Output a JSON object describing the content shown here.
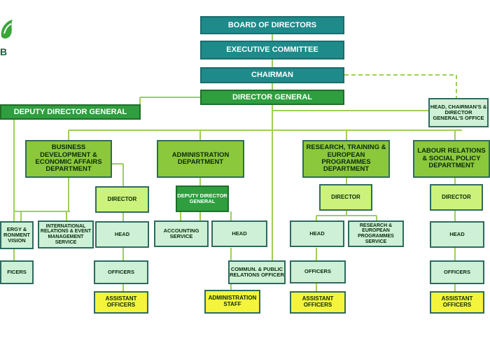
{
  "logo": {
    "text": "B"
  },
  "nodes": {
    "board": "BOARD OF DIRECTORS",
    "exec": "EXECUTIVE COMMITTEE",
    "chairman": "CHAIRMAN",
    "dg": "DIRECTOR GENERAL",
    "ddg": "DEPUTY DIRECTOR GENERAL",
    "head_chair": "HEAD, CHAIRMAN'S & DIRECTOR GENERAL'S OFFICE",
    "bd_dept": "BUSINESS DEVELOPMENT & ECONOMIC AFFAIRS DEPARTMENT",
    "admin_dept": "ADMINISTRATION DEPARTMENT",
    "rt_dept": "RESEARCH, TRAINING & EUROPEAN PROGRAMMES DEPARTMENT",
    "lr_dept": "LABOUR RELATIONS & SOCIAL POLICY DEPARTMENT",
    "bd_director": "DIRECTOR",
    "admin_ddg": "DEPUTY DIRECTOR GENERAL",
    "rt_director": "DIRECTOR",
    "lr_director": "DIRECTOR",
    "energy": "ERGY & RONMENT VISION",
    "intl": "INTERNATIONAL RELATIONS & EVENT MANAGEMENT SERVICE",
    "bd_head": "HEAD",
    "accounting": "ACCOUNTING SERVICE",
    "admin_head": "HEAD",
    "rt_head": "HEAD",
    "rt_service": "RESEARCH & EUROPEAN PROGRAMMES SERVICE",
    "lr_head": "HEAD",
    "left_officers": "FICERS",
    "bd_officers": "OFFICERS",
    "commun": "COMMUN. & PUBLIC RELATIONS OFFICER",
    "rt_officers": "OFFICERS",
    "lr_officers": "OFFICERS",
    "bd_assist": "ASSISTANT OFFICERS",
    "admin_staff": "ADMINISTRATION STAFF",
    "rt_assist": "ASSISTANT OFFICERS",
    "lr_assist": "ASSISTANT OFFICERS"
  },
  "colors": {
    "teal": "#1f8a8a",
    "green_dark": "#2e9e3e",
    "green_mid": "#8cc83c",
    "green_light": "#ccf27c",
    "pale": "#cdf0d6",
    "yellow": "#f4f43c",
    "connector": "#9ccf5a"
  }
}
